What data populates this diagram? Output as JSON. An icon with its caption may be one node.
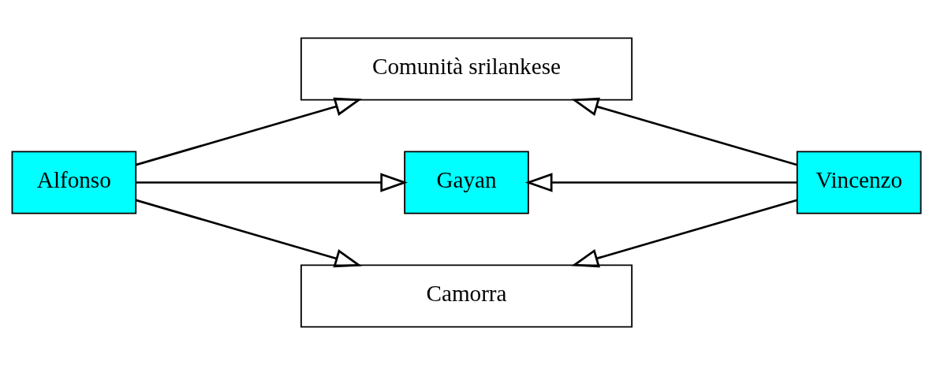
{
  "diagram": {
    "nodes": [
      {
        "text": [
          "Comunità srilankese"
        ]
      },
      {
        "text": [
          "Alfonso"
        ]
      },
      {
        "text": [
          "Gayan"
        ]
      },
      {
        "text": [
          "Vincenzo"
        ]
      },
      {
        "text": [
          "Camorra"
        ]
      }
    ],
    "edges": [
      {
        "from": 1,
        "to": 0,
        "arrow": "to"
      },
      {
        "from": 1,
        "to": 2,
        "arrow": "to"
      },
      {
        "from": 1,
        "to": 4,
        "arrow": "to"
      },
      {
        "from": 3,
        "to": 0,
        "arrow": "to"
      },
      {
        "from": 3,
        "to": 2,
        "arrow": "to"
      },
      {
        "from": 3,
        "to": 4,
        "arrow": "to"
      }
    ]
  }
}
